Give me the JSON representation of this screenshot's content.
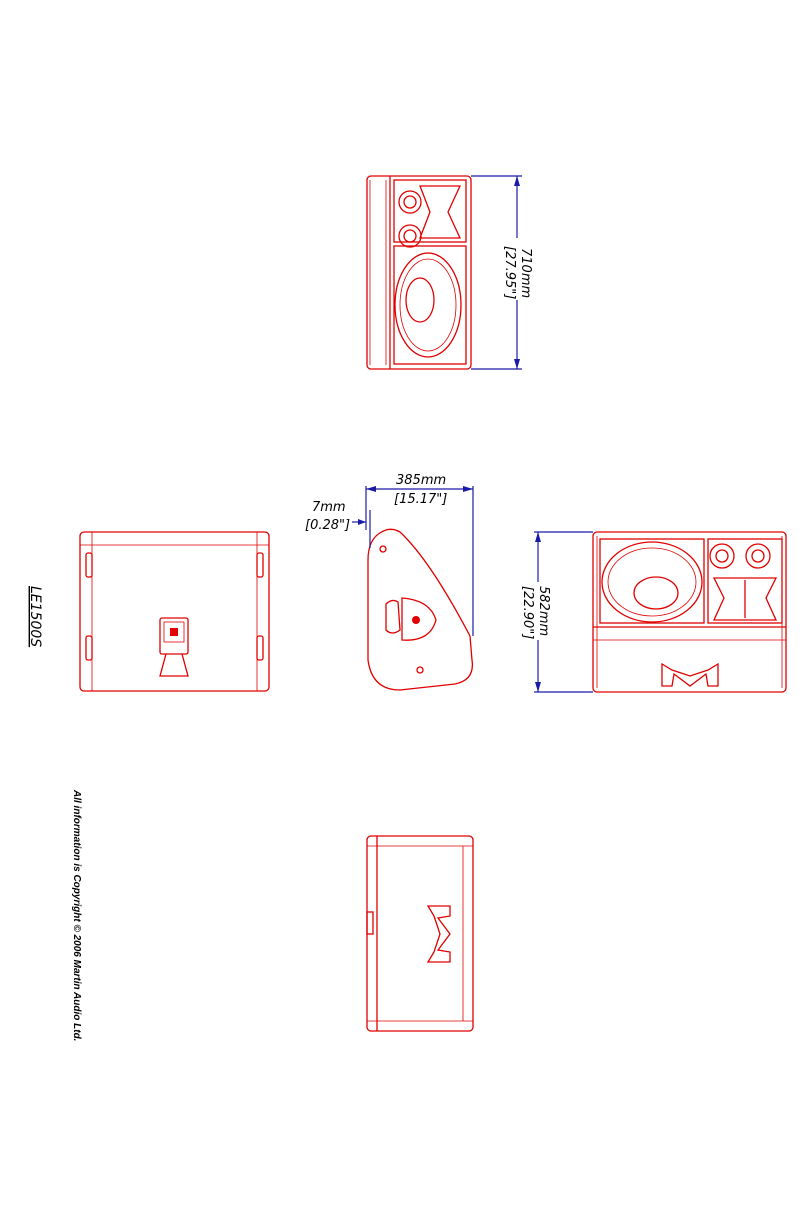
{
  "model": "LE1500S",
  "copyright": "All information is Copyright © 2006 Martin Audio Ltd.",
  "dimensions": {
    "height_mm": "710mm",
    "height_in": "[27.95\"]",
    "depth_mm": "385mm",
    "depth_in": "[15.17\"]",
    "offset_mm": "7mm",
    "offset_in": "[0.28\"]",
    "width_mm": "582mm",
    "width_in": "[22.90\"]"
  },
  "colors": {
    "drawing": "#e00000",
    "dimension": "#1a1aa6",
    "text": "#000000"
  }
}
